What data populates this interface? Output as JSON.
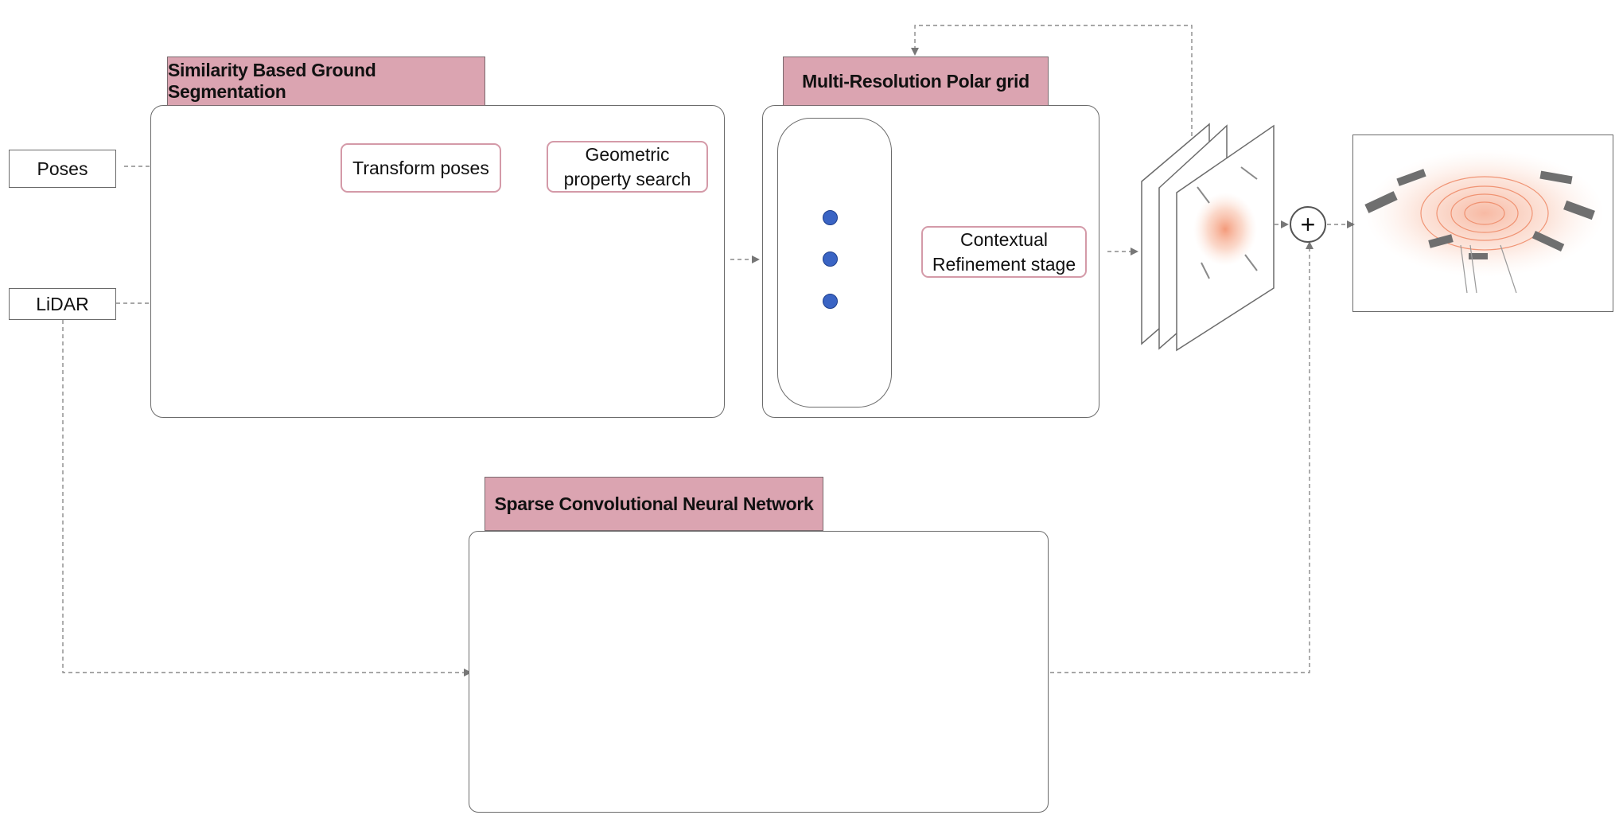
{
  "inputs": {
    "poses": "Poses",
    "lidar": "LiDAR"
  },
  "ground_segmentation": {
    "title": "Similarity Based Ground Segmentation",
    "transform_poses": "Transform poses",
    "geometric_line1": "Geometric",
    "geometric_line2": "property search"
  },
  "polar_grid": {
    "title": "Multi-Resolution Polar grid",
    "refinement_line1": "Contextual",
    "refinement_line2": "Refinement stage"
  },
  "sparse_cnn": {
    "title": "Sparse Convolutional Neural Network"
  },
  "fusion": {
    "symbol": "+"
  },
  "icons": {
    "sum_node": "plus-circle-icon",
    "point_cloud": "point-cloud-icon"
  },
  "colors": {
    "title_fill": "#dba4b1",
    "step_border": "#d49aa8",
    "cloud_blue": "#2f6db3",
    "cloud_orange": "#f08a63",
    "dot_blue": "#3a64c4"
  }
}
